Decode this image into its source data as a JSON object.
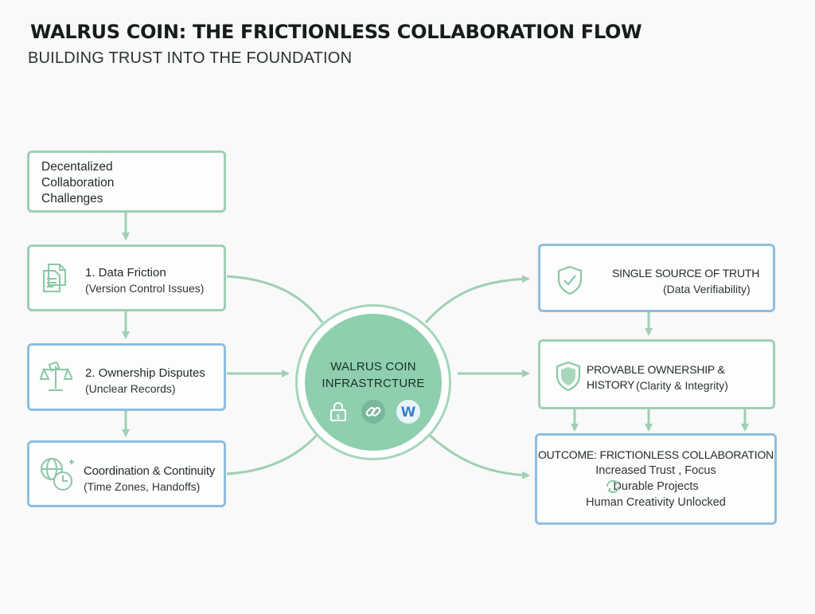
{
  "title": "WALRUS COIN: THE FRICTIONLESS COLLABORATION FLOW",
  "subtitle": "BUILDING TRUST INTO THE FOUNDATION",
  "left": {
    "challenges": [
      "Decentalized",
      "Collaboration",
      "Challenges"
    ],
    "data_friction": {
      "label": "1. Data Friction",
      "sub": "(Version Control Issues)",
      "icon": "documents-icon"
    },
    "ownership": {
      "label": "2. Ownership Disputes",
      "sub": "(Unclear Records)",
      "icon": "scales-icon"
    },
    "coordination": {
      "label": "Coordination & Continuity",
      "sub": "(Time Zones, Handoffs)",
      "icon": "globe-clock-icon"
    }
  },
  "hub": {
    "line1": "WALRUS COIN",
    "line2": "INFRASTRCTURE",
    "icons": [
      "lock-icon",
      "link-icon",
      "walrus-w-icon"
    ],
    "w_letter": "W"
  },
  "right": {
    "truth": {
      "label": "SINGLE SOURCE OF TRUTH",
      "sub": "(Data Verifiability)",
      "icon": "shield-check-icon"
    },
    "provable": {
      "label": "PROVABLE OWNERSHIP & HISTORY",
      "sub": "(Clarity & Integrity)",
      "icon": "shield-icon"
    },
    "outcome": {
      "label": "OUTCOME: FRICTIONLESS COLLABORATION",
      "line1": "Increased Trust , Focus",
      "line2": "Durable Projects",
      "line3": "Human Creativity Unlocked",
      "icon": "recycle-icon"
    }
  },
  "colors": {
    "green": "#9fd0b4",
    "blue": "#8fbee0",
    "hub": "#8fcfae",
    "arrow": "#9fd0b4"
  }
}
